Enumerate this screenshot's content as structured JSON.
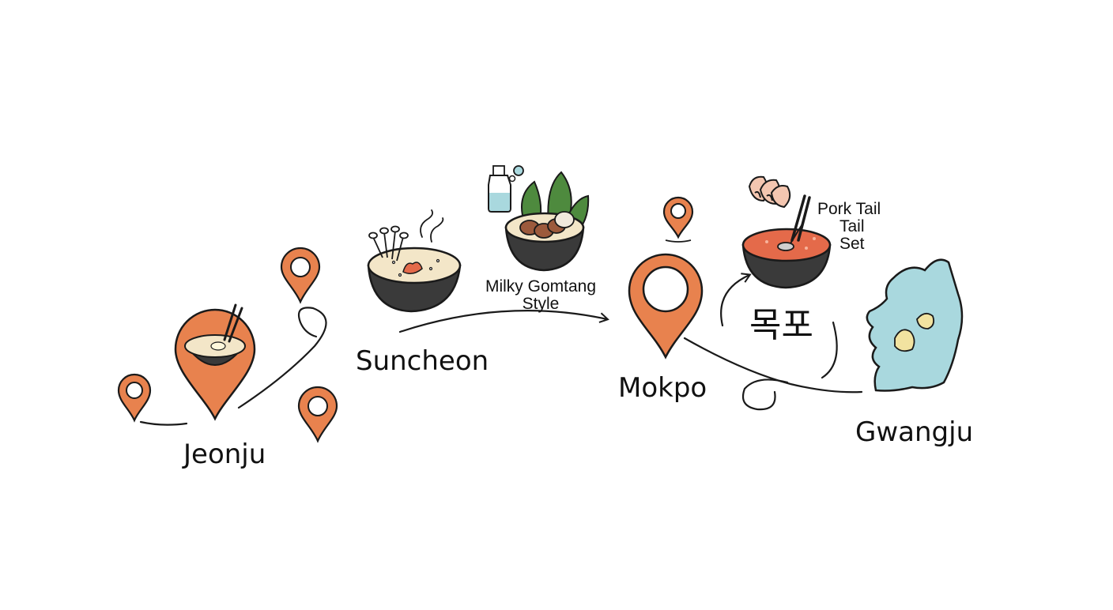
{
  "cities": {
    "jeonju": "Jeonju",
    "suncheon": "Suncheon",
    "mokpo": "Mokpo",
    "gwangju": "Gwangju"
  },
  "dishes": {
    "milky_line1": "Milky Gomtang",
    "milky_line2": "Style",
    "pork_line1": "Pork Tail",
    "pork_line2": "Tail",
    "pork_line3": "Set"
  },
  "korean_label": "목포",
  "colors": {
    "pin": "#E8824E",
    "stroke": "#1a1a1a",
    "map": "#A9D8DE",
    "map_spot": "#F2E3A0",
    "bowl": "#3a3a3a",
    "broth": "#F3E6C8",
    "red_broth": "#E46A4A",
    "leaf": "#4E8A3E"
  },
  "icons": [
    "map-pin-icon",
    "bowl-icon",
    "chopsticks-icon",
    "mushroom-icon",
    "bottle-icon",
    "leaf-icon",
    "clam-icon",
    "korea-map-icon",
    "arrow-icon"
  ]
}
